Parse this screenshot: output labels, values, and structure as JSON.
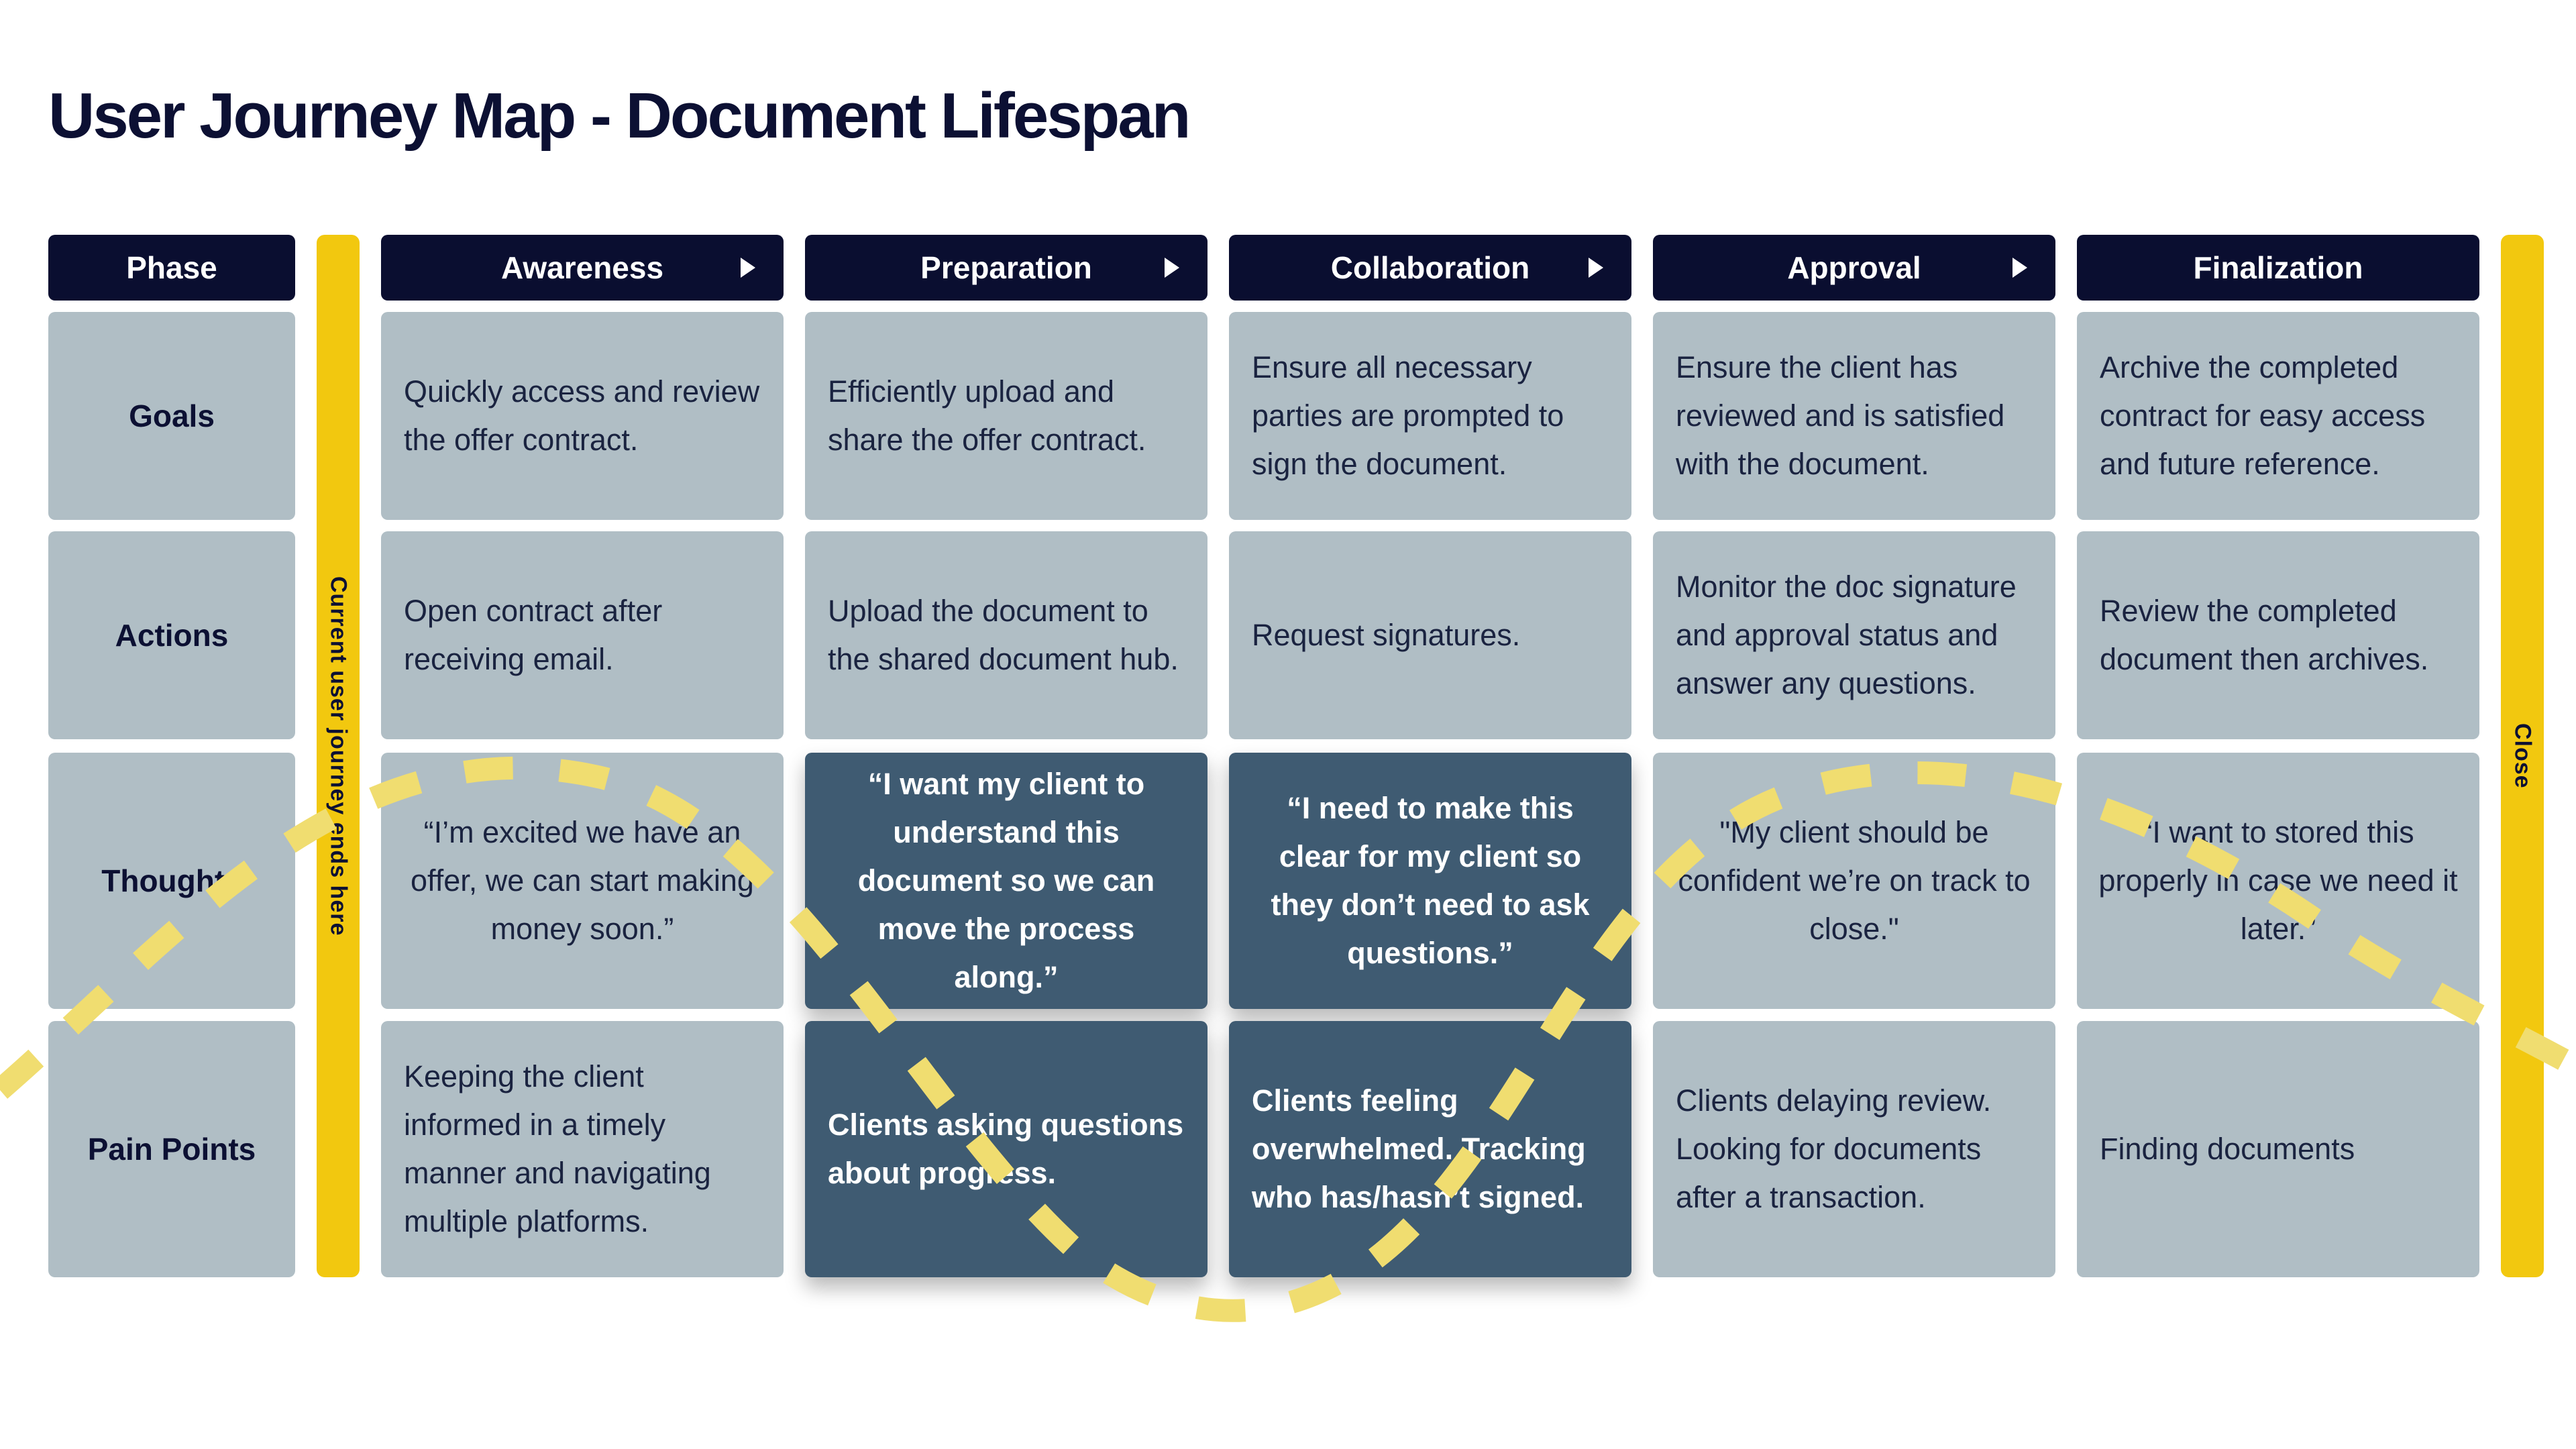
{
  "title": "User Journey Map - Document Lifespan",
  "phase_header": "Phase",
  "phases": [
    {
      "label": "Awareness",
      "arrow": true
    },
    {
      "label": "Preparation",
      "arrow": true
    },
    {
      "label": "Collaboration",
      "arrow": true
    },
    {
      "label": "Approval",
      "arrow": true
    },
    {
      "label": "Finalization",
      "arrow": false
    }
  ],
  "rows": {
    "goals": {
      "label": "Goals",
      "cells": [
        "Quickly access and review the offer contract.",
        "Efficiently upload and share the offer contract.",
        "Ensure all necessary parties are prompted to sign the document.",
        "Ensure the client has reviewed and is satisfied with the document.",
        "Archive the completed contract for easy access and future reference."
      ]
    },
    "actions": {
      "label": "Actions",
      "cells": [
        "Open contract after receiving email.",
        "Upload the document to the shared document hub.",
        "Request signatures.",
        "Monitor the doc signature and approval status and answer any questions.",
        "Review the completed document then archives."
      ]
    },
    "thoughts": {
      "label": "Thoughts",
      "cells": [
        "“I’m excited we have an offer, we can start making money soon.”",
        "“I want my client to understand this document so we can move the process along.”",
        "“I need to make this clear for my client so they don’t need to ask questions.”",
        "\"My client should be confident we’re on track to close.\"",
        "“I want to stored this properly in case we need it later.”"
      ]
    },
    "pain_points": {
      "label": "Pain Points",
      "cells": [
        "Keeping the client informed in a timely manner and navigating multiple platforms.",
        "Clients asking questions about progress.",
        "Clients feeling overwhelmed. Tracking who has/hasn’t signed.",
        "Clients delaying  review. Looking for documents after a transaction.",
        "Finding documents"
      ]
    }
  },
  "side_bars": {
    "current_end": "Current user journey ends here",
    "close": "Close"
  },
  "colors": {
    "header_bg": "#0a0e30",
    "cell_bg": "#b0bec5",
    "highlight_bg": "#3f5b72",
    "accent_yellow": "#f2c80f",
    "journey_line": "#f0dd70"
  }
}
